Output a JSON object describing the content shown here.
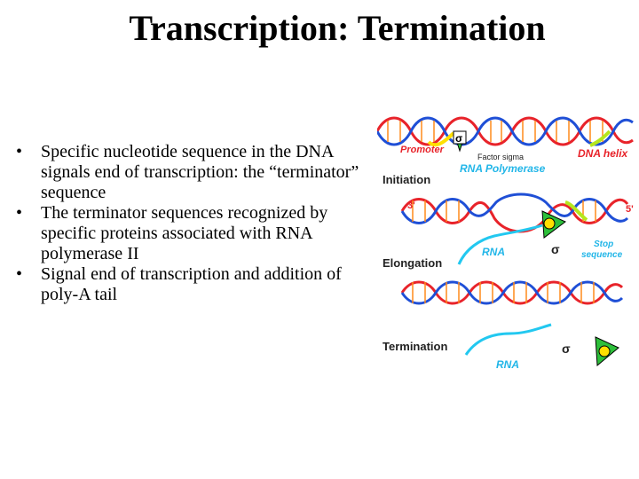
{
  "slide": {
    "title": "Transcription: Termination",
    "bullets": [
      "Specific nucleotide sequence in the DNA signals end of transcription: the “terminator” sequence",
      "The terminator sequences recognized by specific proteins associated with RNA polymerase II",
      "Signal end of transcription and addition of poly-A tail"
    ]
  },
  "figure": {
    "labels": {
      "promoter": "Promoter",
      "sigma_symbol": "σ",
      "factor_sigma": "Factor sigma",
      "dna_helix": "DNA helix",
      "rna_polymerase": "RNA Polymerase",
      "initiation": "Initiation",
      "three_prime": "3'",
      "five_prime": "5'",
      "rna": "RNA",
      "stop_1": "Stop",
      "stop_2": "sequence",
      "elongation": "Elongation",
      "termination": "Termination",
      "rna_2": "RNA"
    },
    "colors": {
      "strand_red": "#e8232a",
      "strand_blue": "#1f4fd6",
      "strand_orange": "#ff8a1a",
      "promoter_yellow": "#ffe000",
      "stop_green": "#b5e61d",
      "rna_cyan": "#22c8f0",
      "polymerase_green": "#2dbf3a",
      "label_red": "#e8232a",
      "label_cyan": "#22b6e8",
      "label_black": "#222222"
    }
  }
}
